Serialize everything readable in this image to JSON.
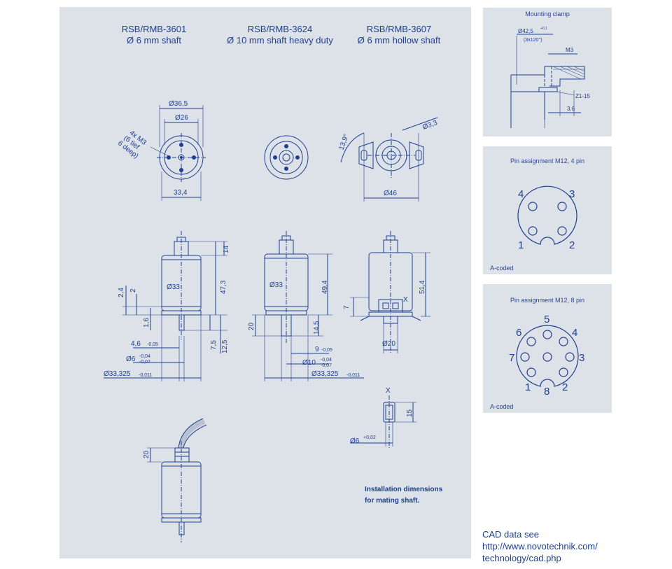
{
  "models": [
    {
      "name": "RSB/RMB-3601",
      "shaft": "Ø 6 mm shaft"
    },
    {
      "name": "RSB/RMB-3624",
      "shaft": "Ø 10 mm shaft heavy duty"
    },
    {
      "name": "RSB/RMB-3607",
      "shaft": "Ø 6 mm hollow shaft"
    }
  ],
  "dimensions": {
    "d36_5": "Ø36,5",
    "d26": "Ø26",
    "m3_note_1": "4x M3",
    "m3_note_2": "(6 tief",
    "m3_note_3": "6 deep)",
    "w33_4": "33,4",
    "angle13_9": "13,9°",
    "d3_3": "Ø3,3",
    "d46": "Ø46",
    "h14": "14",
    "h47_3": "47,3",
    "d33_a": "Ø33",
    "h2_4": "2,4",
    "h2": "2",
    "h1_6": "1,6",
    "h7_5": "7,5",
    "h12_5": "12,5",
    "d4_6": "4,6",
    "tol_4_6": "-0,05",
    "d6_a": "Ø6",
    "tol_6_up": "-0,04",
    "tol_6_lo": "-0,07",
    "d33_325_a": "Ø33,325",
    "tol_33_a": "-0,011",
    "d33_b": "Ø33",
    "h49_4": "49,4",
    "h20_a": "20",
    "h14_5": "14,5",
    "d9": "9",
    "tol_9": "-0,05",
    "d10": "Ø10",
    "tol_10_up": "-0,04",
    "tol_10_lo": "-0,07",
    "d33_325_b": "Ø33,325",
    "tol_33_b": "-0,011",
    "h51_4": "51,4",
    "h7": "7",
    "x_a": "X",
    "d20": "Ø20",
    "x_b": "X",
    "h15": "15",
    "d6_b": "Ø6",
    "tol_6_b": "+0,02",
    "h20_b": "20"
  },
  "installation_note": [
    "Installation dimensions",
    "for mating shaft."
  ],
  "mounting_clamp": {
    "title": "Mounting clamp",
    "d42_5": "Ø42,5",
    "tol": "+0,1",
    "angle": "(3x120°)",
    "m3": "M3",
    "z1": "Z1-15",
    "w3_6": "3,6"
  },
  "pin4": {
    "title": "Pin assignment M12, 4 pin",
    "labels": [
      "1",
      "2",
      "3",
      "4"
    ],
    "coded": "A-coded"
  },
  "pin8": {
    "title": "Pin assignment M12, 8 pin",
    "labels": [
      "1",
      "2",
      "3",
      "4",
      "5",
      "6",
      "7",
      "8"
    ],
    "coded": "A-coded"
  },
  "cad": [
    "CAD data see",
    "http://www.novotechnik.com/",
    "technology/cad.php"
  ],
  "colors": {
    "panel": "#dde1e8",
    "line": "#1f3f8f",
    "text": "#1f3f8f"
  }
}
